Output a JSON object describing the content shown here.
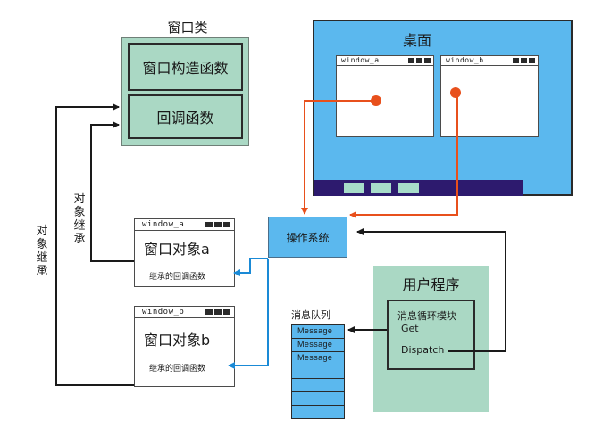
{
  "window_class": {
    "title": "窗口类",
    "constructor": "窗口构造函数",
    "callback": "回调函数"
  },
  "desktop": {
    "title": "桌面",
    "windows": [
      {
        "title": "window_a"
      },
      {
        "title": "window_b"
      }
    ]
  },
  "os": {
    "label": "操作系统"
  },
  "inherit_labels": {
    "inner": [
      "对",
      "象",
      "继",
      "承"
    ],
    "outer": [
      "对",
      "象",
      "继",
      "承"
    ]
  },
  "window_objects": [
    {
      "bar": "window_a",
      "title": "窗口对象a",
      "callback": "继承的回调函数"
    },
    {
      "bar": "window_b",
      "title": "窗口对象b",
      "callback": "继承的回调函数"
    }
  ],
  "message_queue": {
    "title": "消息队列",
    "cells": [
      "Message",
      "Message",
      "Message",
      "..",
      "",
      "",
      ""
    ]
  },
  "user_program": {
    "title": "用户程序",
    "loop_title": "消息循环模块",
    "get": "Get",
    "dispatch": "Dispatch"
  },
  "colors": {
    "panel_green": "#aad8c4",
    "sky_blue": "#5bb8ee",
    "orange_arrow": "#e8501c",
    "blue_arrow": "#1a8ad6",
    "taskbar": "#2d1a6e"
  }
}
